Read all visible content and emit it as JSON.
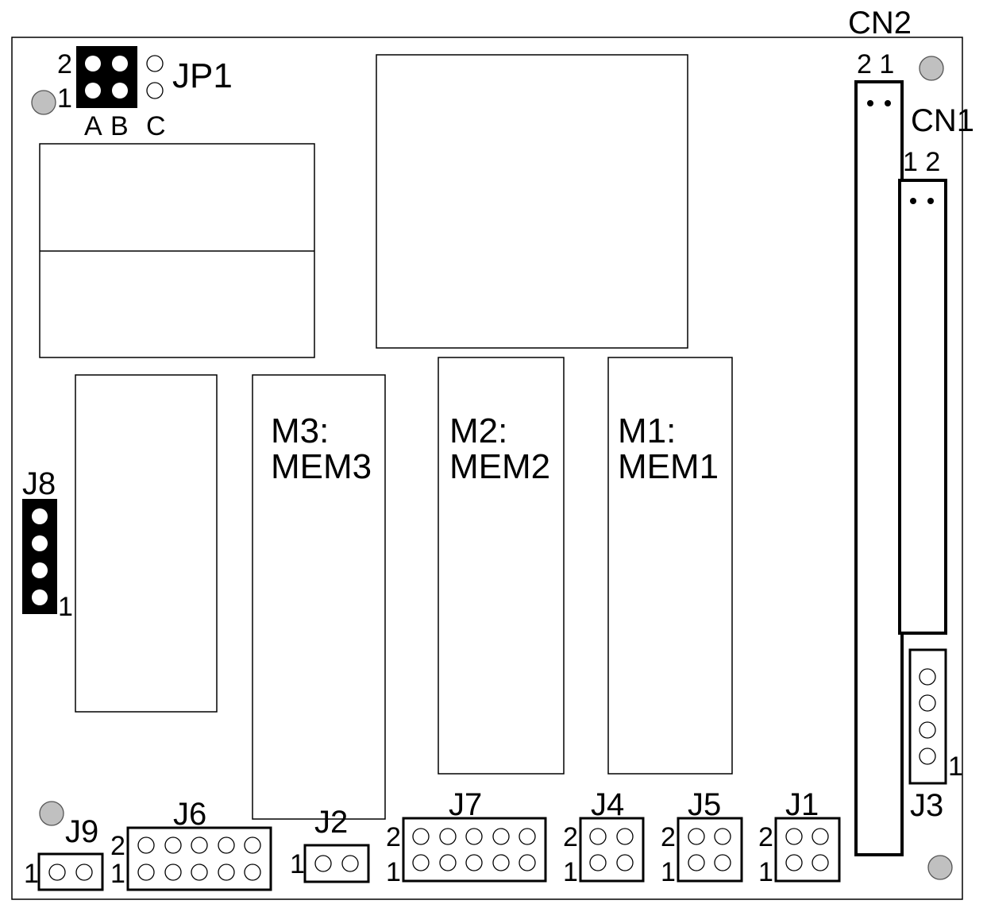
{
  "colors": {
    "mounting_hole": "#c0c0c0",
    "outline": "#000000",
    "filled_header": "#000000"
  },
  "jp1": {
    "label": "JP1",
    "row2": "2",
    "row1": "1",
    "col_a": "A",
    "col_b": "B",
    "col_c": "C"
  },
  "cn2": {
    "label": "CN2",
    "pins": "2 1"
  },
  "cn1": {
    "label": "CN1",
    "pins": "1 2"
  },
  "m3": {
    "ref": "M3:",
    "name": "MEM3"
  },
  "m2": {
    "ref": "M2:",
    "name": "MEM2"
  },
  "m1": {
    "ref": "M1:",
    "name": "MEM1"
  },
  "j8": {
    "label": "J8",
    "pin1": "1"
  },
  "j3": {
    "label": "J3",
    "pin1": "1"
  },
  "j9": {
    "label": "J9",
    "pin1": "1"
  },
  "j6": {
    "label": "J6",
    "pin2": "2",
    "pin1": "1"
  },
  "j2": {
    "label": "J2",
    "pin1": "1"
  },
  "j7": {
    "label": "J7",
    "pin2": "2",
    "pin1": "1"
  },
  "j4": {
    "label": "J4",
    "pin2": "2",
    "pin1": "1"
  },
  "j5": {
    "label": "J5",
    "pin2": "2",
    "pin1": "1"
  },
  "j1": {
    "label": "J1",
    "pin2": "2",
    "pin1": "1"
  }
}
